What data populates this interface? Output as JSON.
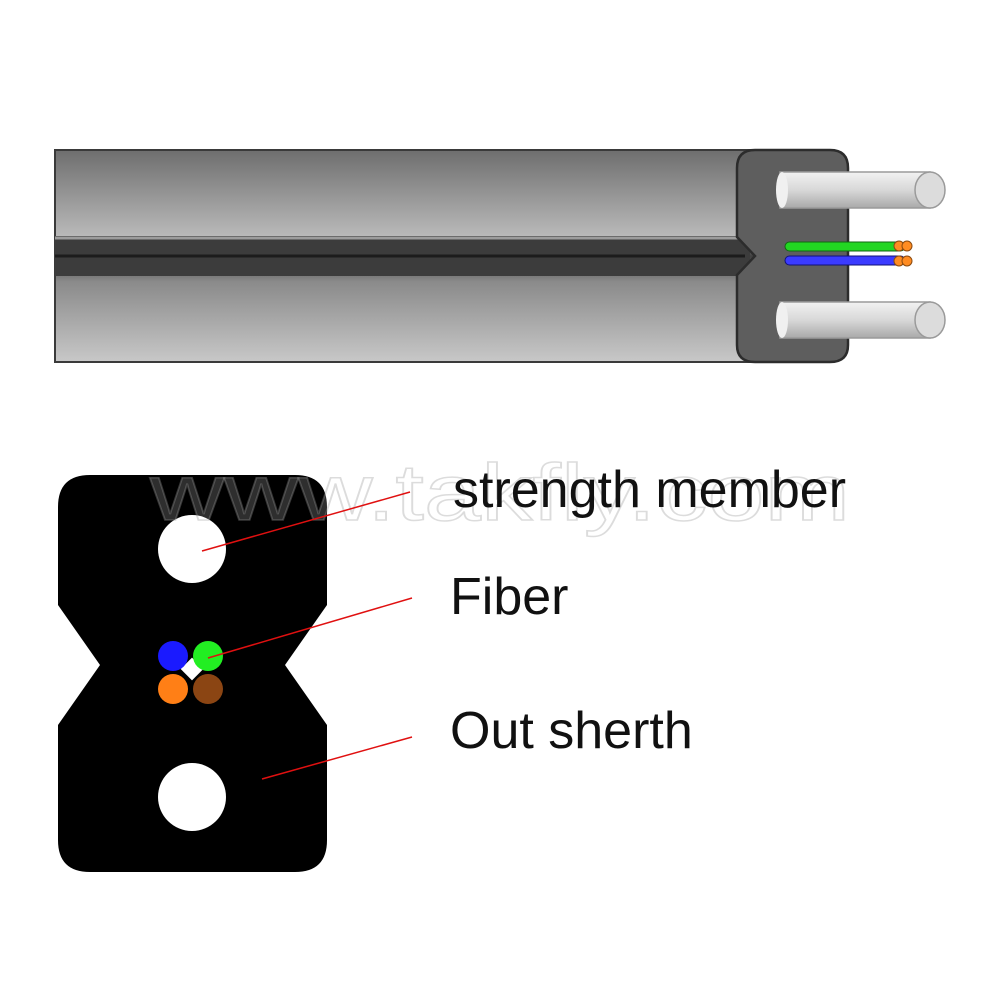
{
  "labels": {
    "strength_member": "strength member",
    "fiber": "Fiber",
    "out_sheath": "Out sherth"
  },
  "watermark": "www.takfly.com",
  "fiber_colors": [
    "#1a1aff",
    "#22ee22",
    "#ff7f16",
    "#8b4513"
  ],
  "colors": {
    "sheath": "#000000",
    "strength_member": "#ffffff",
    "leader_line": "#e01010",
    "cable_body": "#808080",
    "cable_end": "#5e5e5e"
  }
}
